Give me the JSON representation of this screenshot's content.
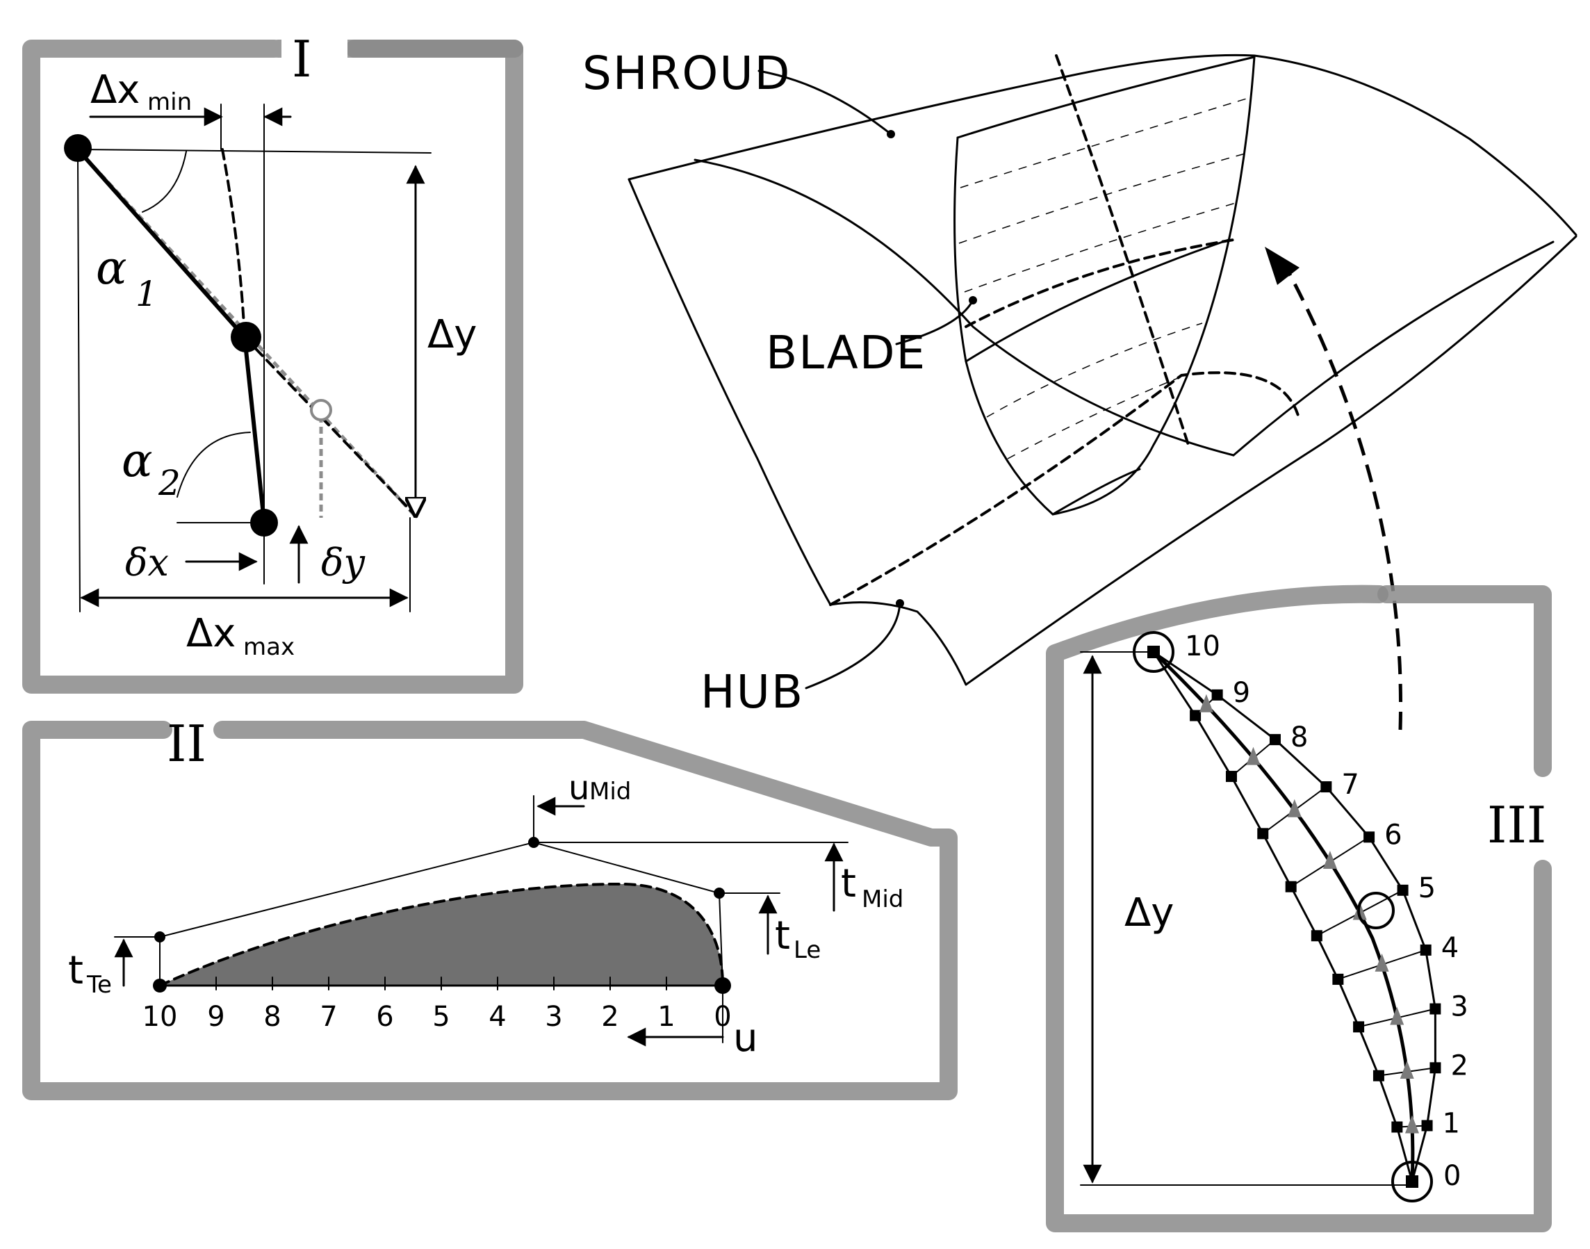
{
  "panel_I": {
    "roman": "I",
    "dx_min": "Δx",
    "dx_min_sub": "min",
    "alpha1": "α",
    "alpha1_sub": "1",
    "alpha2": "α",
    "alpha2_sub": "2",
    "dy": "Δy",
    "delta_x": "δx",
    "delta_y": "δy",
    "dx_max": "Δx",
    "dx_max_sub": "max"
  },
  "panel_II": {
    "roman": "II",
    "u_mid": "u",
    "u_mid_sub": "Mid",
    "t_mid": "t",
    "t_mid_sub": "Mid",
    "t_le": "t",
    "t_le_sub": "Le",
    "t_te": "t",
    "t_te_sub": "Te",
    "u": "u",
    "ticks": [
      "10",
      "9",
      "8",
      "7",
      "6",
      "5",
      "4",
      "3",
      "2",
      "1",
      "0"
    ]
  },
  "panel_III": {
    "roman": "III",
    "dy": "Δy",
    "right_labels": [
      "0",
      "1",
      "2",
      "3",
      "4",
      "5",
      "6",
      "7",
      "8",
      "9",
      "10"
    ]
  },
  "blade_view": {
    "shroud": "SHROUD",
    "blade": "BLADE",
    "hub": "HUB"
  }
}
